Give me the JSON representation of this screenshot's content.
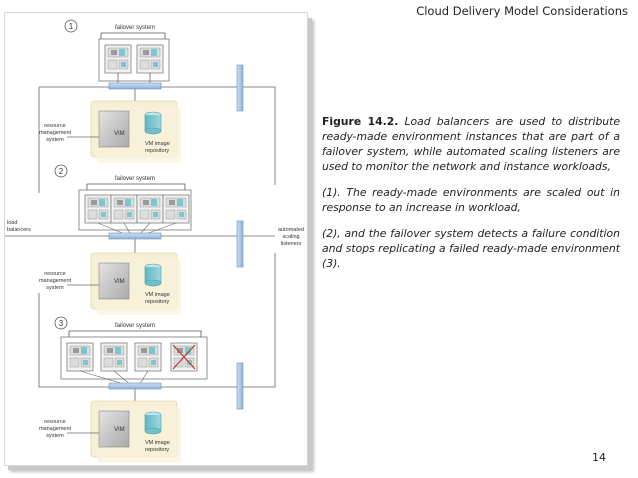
{
  "header": {
    "title": "Cloud Delivery Model Considerations"
  },
  "figure": {
    "sections": [
      {
        "number": "1",
        "failover_label": "failover system"
      },
      {
        "number": "2",
        "failover_label": "failover system"
      },
      {
        "number": "3",
        "failover_label": "failover system"
      }
    ],
    "labels": {
      "rms": [
        "resource",
        "management",
        "system"
      ],
      "vim": "VIM",
      "repo": [
        "VM image",
        "repository"
      ],
      "load_balancers": [
        "load",
        "balancers"
      ],
      "listeners": [
        "automated",
        "scaling",
        "listeners"
      ]
    }
  },
  "caption": {
    "heading": "Figure 14.2.",
    "text": "Load balancers are used to distribute ready-made environment instances that are part of a failover system, while automated scaling listeners are used to monitor the network and instance workloads,",
    "para2": "(1). The ready-made environments are scaled out in response to an increase in workload,",
    "para3": "(2), and the failover system detects a failure condition and stops replicating a failed ready-made environment (3)."
  },
  "page_number": "14"
}
